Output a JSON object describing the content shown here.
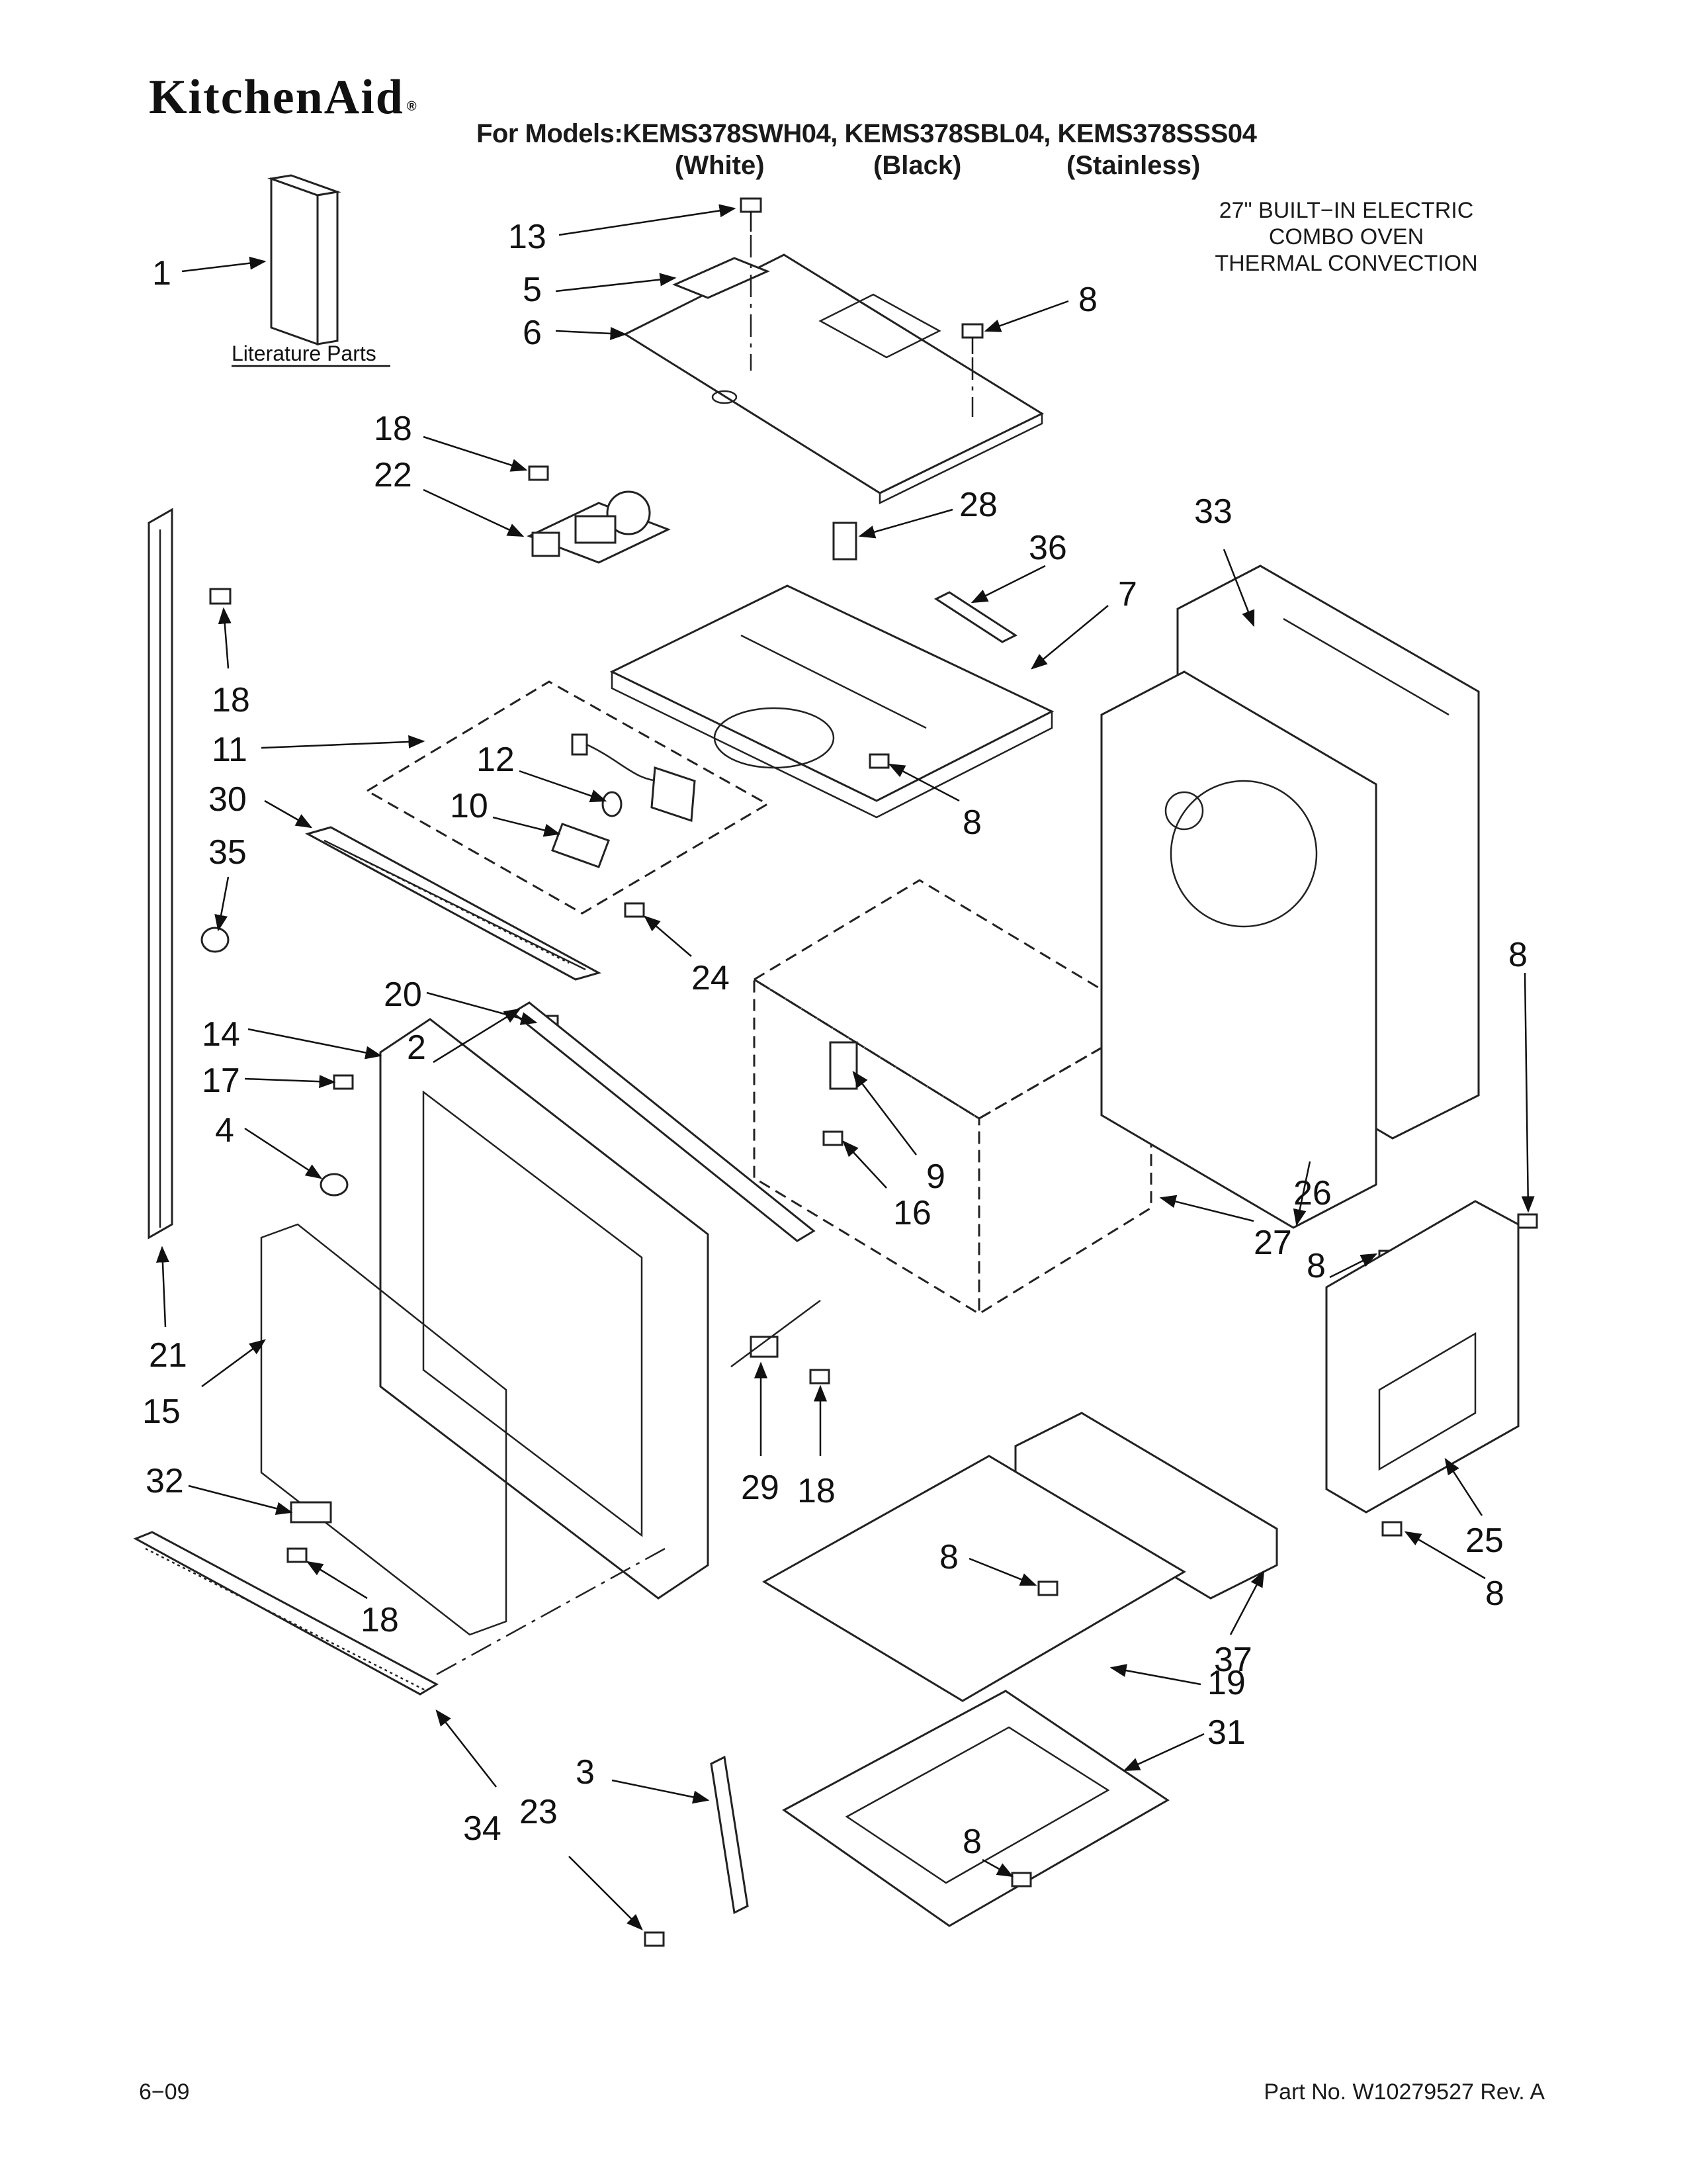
{
  "brand": "KitchenAid",
  "brand_mark": "®",
  "header": {
    "models_line": "For Models:KEMS378SWH04, KEMS378SBL04, KEMS378SSS04",
    "colors": [
      "(White)",
      "(Black)",
      "(Stainless)"
    ]
  },
  "description": [
    "27\" BUILT−IN ELECTRIC",
    "COMBO OVEN",
    "THERMAL CONVECTION"
  ],
  "literature_label": "Literature Parts",
  "callouts": {
    "c1": "1",
    "c13": "13",
    "c5": "5",
    "c6": "6",
    "c8a": "8",
    "c18a": "18",
    "c22": "22",
    "c28": "28",
    "c36": "36",
    "c33": "33",
    "c7": "7",
    "c18b": "18",
    "c11": "11",
    "c12": "12",
    "c10": "10",
    "c30": "30",
    "c35": "35",
    "c8b": "8",
    "c24": "24",
    "c20": "20",
    "c14": "14",
    "c2": "2",
    "c17": "17",
    "c4": "4",
    "c9": "9",
    "c16": "16",
    "c8c": "8",
    "c8d": "8",
    "c26": "26",
    "c27": "27",
    "c21": "21",
    "c15": "15",
    "c32": "32",
    "c18c": "18",
    "c29": "29",
    "c18d": "18",
    "c8e": "8",
    "c37": "37",
    "c25": "25",
    "c8f": "8",
    "c19": "19",
    "c31": "31",
    "c3": "3",
    "c23": "23",
    "c34": "34",
    "c8g": "8"
  },
  "footer": {
    "date": "6−09",
    "part_no": "Part No. W10279527 Rev. A"
  }
}
